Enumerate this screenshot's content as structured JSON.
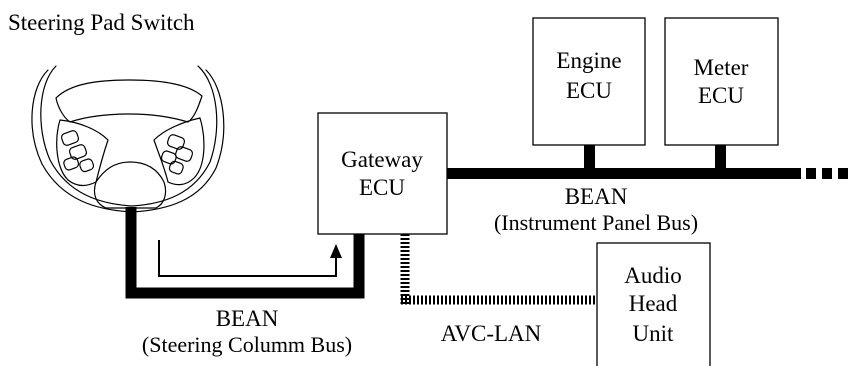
{
  "title": "Steering Pad Switch",
  "nodes": {
    "engine_ecu": {
      "line1": "Engine",
      "line2": "ECU"
    },
    "meter_ecu": {
      "line1": "Meter",
      "line2": "ECU"
    },
    "gateway_ecu": {
      "line1": "Gateway",
      "line2": "ECU"
    },
    "audio_head_unit": {
      "line1": "Audio",
      "line2": "Head",
      "line3": "Unit"
    }
  },
  "buses": {
    "instrument_panel": {
      "name": "BEAN",
      "detail": "(Instrument Panel Bus)"
    },
    "steering_column": {
      "name": "BEAN",
      "detail": "(Steering Columm Bus)"
    },
    "avc_lan": {
      "name": "AVC-LAN"
    }
  }
}
